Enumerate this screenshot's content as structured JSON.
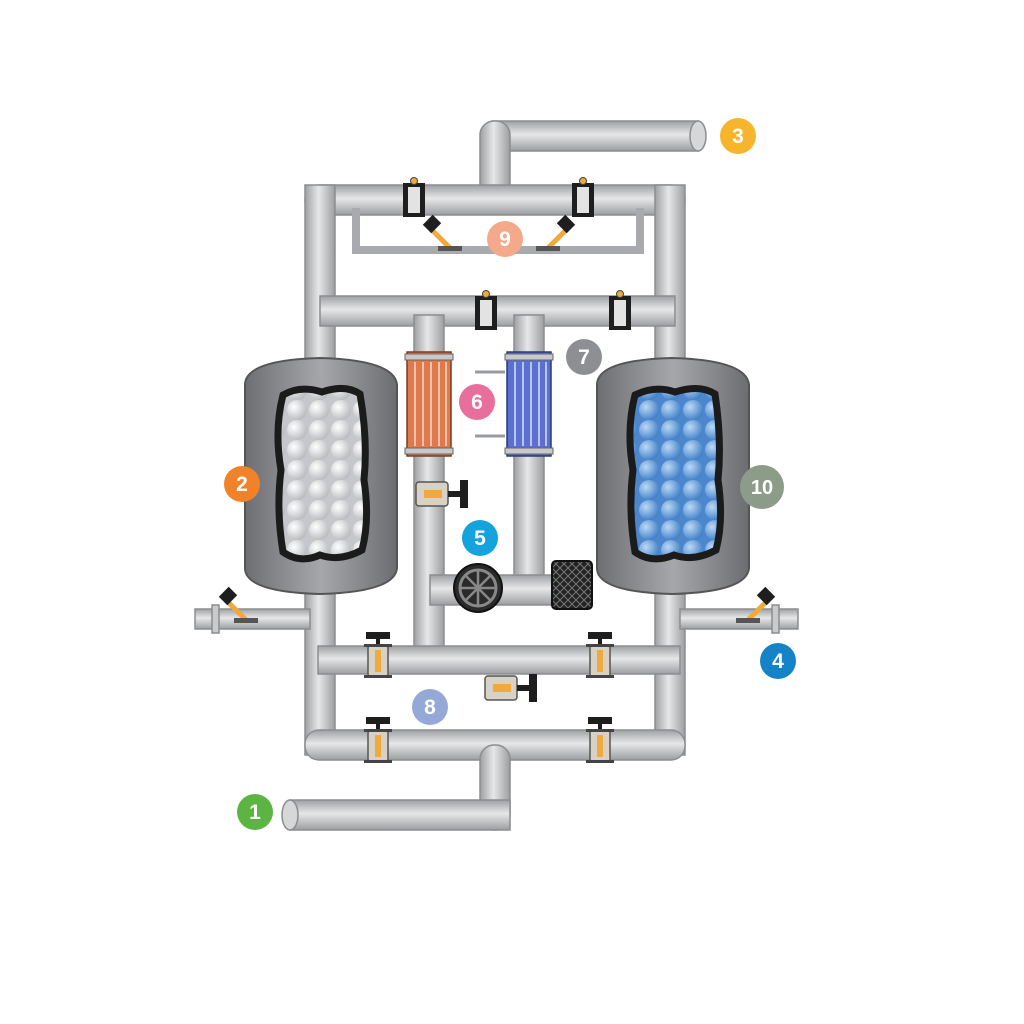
{
  "diagram": {
    "markers": [
      {
        "id": "inlet",
        "label": "1",
        "color": "#5cb543"
      },
      {
        "id": "left-tower",
        "label": "2",
        "color": "#f0822a"
      },
      {
        "id": "outlet",
        "label": "3",
        "color": "#f6b52c"
      },
      {
        "id": "exhaust",
        "label": "4",
        "color": "#1583c7"
      },
      {
        "id": "blower",
        "label": "5",
        "color": "#14a3dc"
      },
      {
        "id": "heater",
        "label": "6",
        "color": "#e76f9a"
      },
      {
        "id": "cooler",
        "label": "7",
        "color": "#8e8f93"
      },
      {
        "id": "lower-valves",
        "label": "8",
        "color": "#94a9d8"
      },
      {
        "id": "purge-valves",
        "label": "9",
        "color": "#f4a98a"
      },
      {
        "id": "right-tower",
        "label": "10",
        "color": "#8d9c88"
      }
    ],
    "colors": {
      "pipe": "#b4b5b8",
      "pipe_edge": "#8c8d90",
      "vessel": "#8a8b8e",
      "desiccant_dry": "#d9dadc",
      "desiccant_wet": "#5a95d6",
      "heater_coil": "#e07a4e",
      "cooler_coil": "#5a6fd0",
      "valve_body": "#d8d2c6",
      "valve_accent": "#f2a93b",
      "valve_dark": "#1e1e1e"
    }
  }
}
